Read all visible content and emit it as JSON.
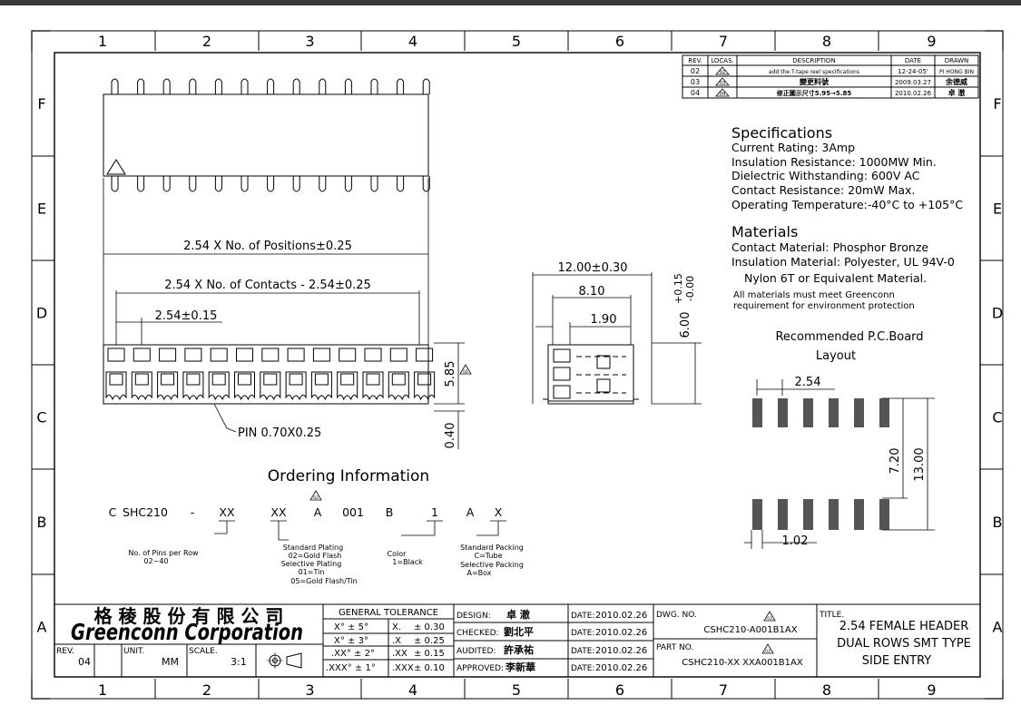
{
  "grid": {
    "columns": [
      "1",
      "2",
      "3",
      "4",
      "5",
      "6",
      "7",
      "8",
      "9"
    ],
    "rows": [
      "F",
      "E",
      "D",
      "C",
      "B",
      "A"
    ]
  },
  "revision_table": {
    "headers": [
      "REV.",
      "LOCAS.",
      "DESCRIPTION",
      "DATE",
      "DRAWN"
    ],
    "rows": [
      {
        "rev": "02",
        "loc": "02",
        "desc": "add the T-tape reel specifications",
        "date": "12-24-05'",
        "drawn": "PI HONG BIN"
      },
      {
        "rev": "03",
        "loc": "03",
        "desc": "變更料號",
        "date": "2009.03.27",
        "drawn": "余德威"
      },
      {
        "rev": "04",
        "loc": "04",
        "desc": "修正圖示尺寸5.95→5.85",
        "date": "2010.02.26",
        "drawn": "卓 澈"
      }
    ]
  },
  "specifications": {
    "title": "Specifications",
    "lines": [
      "Current Rating:  3Amp",
      "Insulation Resistance: 1000MW Min.",
      "Dielectric Withstanding:  600V AC",
      "Contact Resistance:  20mW Max.",
      "Operating Temperature:-40°C to +105°C"
    ]
  },
  "materials": {
    "title": "Materials",
    "lines": [
      "Contact Material: Phosphor Bronze",
      "Insulation Material: Polyester, UL 94V-0",
      "Nylon 6T or Equivalent Material."
    ],
    "note": [
      "All materials must meet Greenconn",
      "requirement for environment protection"
    ]
  },
  "pcb_layout": {
    "title_line1": "Recommended P.C.Board",
    "title_line2": "Layout",
    "dim_pitch": "2.54",
    "dim_inner": "7.20",
    "dim_outer": "13.00",
    "dim_pad": "1.02"
  },
  "front_view": {
    "dim_positions": "2.54 X No. of Positions±0.25",
    "dim_contacts": "2.54 X No. of Contacts - 2.54±0.25",
    "dim_pitch": "2.54±0.15",
    "dim_height": "5.85",
    "dim_standoff": "0.40",
    "pin_note": "PIN 0.70X0.25",
    "rev_mark": "04"
  },
  "side_view": {
    "dim_width": "12.00±0.30",
    "dim_inner": "8.10",
    "dim_small": "1.90",
    "dim_height_main": "6.00",
    "dim_tol_plus": "+0.15",
    "dim_tol_minus": "-0.00"
  },
  "ordering": {
    "title": "Ordering Information",
    "rev_mark": "02",
    "code": [
      "C",
      "SHC210",
      "-",
      "XX",
      "XX",
      "A",
      "001",
      "B",
      "1",
      "A",
      "X"
    ],
    "notes": {
      "pins": [
        "No. of Pins per Row",
        "02~40"
      ],
      "plating": [
        "Standard Plating",
        "02=Gold Flash",
        "Selective Plating",
        "01=Tin",
        "05=Gold Flash/Tin"
      ],
      "color": [
        "Color",
        "1=Black"
      ],
      "packing": [
        "Standard Packing",
        "C=Tube",
        "Selective Packing",
        "A=Box"
      ]
    }
  },
  "title_block": {
    "company_cn": "格 稜 股 份 有 限 公 司",
    "company_en": "Greenconn Corporation",
    "rev_label": "REV.",
    "rev_value": "04",
    "unit_label": "UNIT.",
    "unit_value": "MM",
    "scale_label": "SCALE.",
    "scale_value": "3:1",
    "tolerance_title": "GENERAL  TOLERANCE",
    "tolerance_rows": [
      {
        "a": "X° ± 5°",
        "b": "X.",
        "c": "± 0.30"
      },
      {
        "a": "X° ± 3°",
        "b": ".X",
        "c": "± 0.25"
      },
      {
        "a": ".XX° ± 2°",
        "b": ".XX",
        "c": "± 0.15"
      },
      {
        "a": ".XXX° ± 1°",
        "b": ".XXX",
        "c": "± 0.10"
      }
    ],
    "approvals": [
      {
        "label": "DESIGN:",
        "name": "卓  澈",
        "date_label": "DATE:",
        "date": "2010.02.26"
      },
      {
        "label": "CHECKED:",
        "name": "劉北平",
        "date_label": "DATE:",
        "date": "2010.02.26"
      },
      {
        "label": "AUDITED:",
        "name": "許承祐",
        "date_label": "DATE:",
        "date": "2010.02.26"
      },
      {
        "label": "APPROVED:",
        "name": "李新華",
        "date_label": "DATE:",
        "date": "2010.02.26"
      }
    ],
    "dwg_label": "DWG. NO.",
    "dwg_value": "CSHC210-A001B1AX",
    "dwg_rev": "03",
    "part_label": "PART NO.",
    "part_value": "CSHC210-XX XXA001B1AX",
    "part_rev": "03",
    "title_label": "TITLE.",
    "title_lines": [
      "2.54 FEMALE HEADER",
      "DUAL ROWS SMT TYPE",
      "SIDE ENTRY"
    ]
  }
}
